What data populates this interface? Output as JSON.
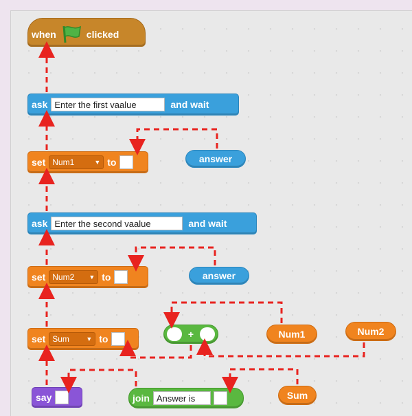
{
  "hat": {
    "when": "when",
    "clicked": "clicked",
    "flag_icon": "green-flag-icon"
  },
  "ask1": {
    "ask": "ask",
    "prompt": "Enter the first vaalue",
    "and_wait": "and wait"
  },
  "set1": {
    "set": "set",
    "var": "Num1",
    "to": "to"
  },
  "answer1": "answer",
  "ask2": {
    "ask": "ask",
    "prompt": "Enter the second vaalue",
    "and_wait": "and wait"
  },
  "set2": {
    "set": "set",
    "var": "Num2",
    "to": "to"
  },
  "answer2": "answer",
  "set3": {
    "set": "set",
    "var": "Sum",
    "to": "to"
  },
  "plus": {
    "op": "+"
  },
  "num1_reporter": "Num1",
  "num2_reporter": "Num2",
  "say": {
    "say": "say"
  },
  "join": {
    "join": "join",
    "text": "Answer is"
  },
  "sum_reporter": "Sum",
  "colors": {
    "background": "#eee4ef",
    "events": "#c7862a",
    "sensing": "#3aa0dc",
    "data": "#f0841f",
    "looks": "#8a55d7",
    "operators": "#5ab840",
    "arrow": "#e8231f"
  }
}
